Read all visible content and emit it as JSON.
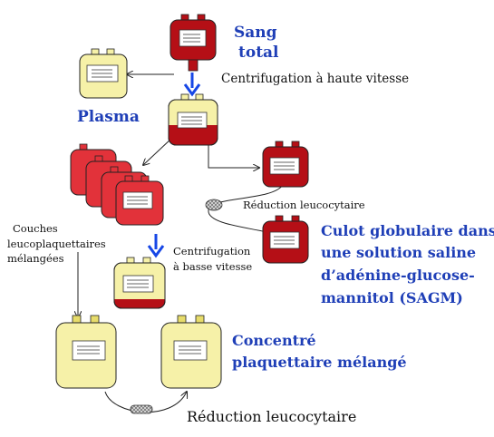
{
  "colors": {
    "blood": "#b50f16",
    "blood_light": "#e2323a",
    "plasma": "#f6f1a8",
    "plasma_dark": "#e7dc6a",
    "label_blue": "#1f3fb7",
    "arrow_blue": "#1747e6"
  },
  "labels": {
    "sang_total_1": "Sang",
    "sang_total_2": "total",
    "centrifugation_haute": "Centrifugation à haute vitesse",
    "plasma": "Plasma",
    "reduction_leuco_small": "Réduction leucocytaire",
    "culot_1": "Culot globulaire dans",
    "culot_2": "une solution saline",
    "culot_3": "d’adénine-glucose-",
    "culot_4": "mannitol (SAGM)",
    "couches_1": "Couches",
    "couches_2": "leucoplaquettaires",
    "couches_3": "mélangées",
    "centrifugation_basse_1": "Centrifugation",
    "centrifugation_basse_2": "à basse vitesse",
    "concentre_1": "Concentré",
    "concentre_2": "plaquettaire mélangé",
    "reduction_leuco_bottom": "Réduction leucocytaire"
  },
  "icons": {
    "blood_bag": "blood-bag-icon",
    "filter": "leukocyte-filter-icon"
  }
}
